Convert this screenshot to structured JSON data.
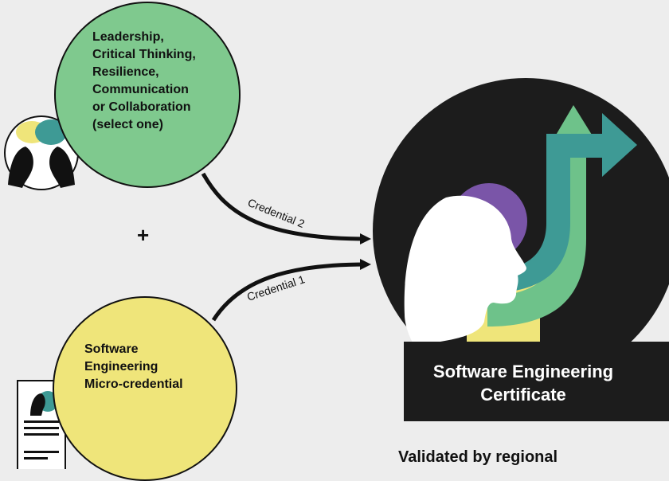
{
  "skills_circle": {
    "text": "Leadership,\nCritical Thinking,\nResilience,\nCommunication\nor Collaboration\n(select one)",
    "color": "#7fc98e"
  },
  "micro_circle": {
    "text": "Software\nEngineering\nMicro-credential",
    "color": "#efe57a"
  },
  "plus_sign": "+",
  "connectors": {
    "credential_2": "Credential 2",
    "credential_1": "Credential 1"
  },
  "certificate": {
    "title": "Software Engineering\nCertificate",
    "banner_color": "#1c1c1c"
  },
  "footer_text": "Validated by regional",
  "palette": {
    "background": "#ededed",
    "dark": "#1c1c1c",
    "green": "#6ec28a",
    "teal": "#3e9a95",
    "purple": "#7a55a8",
    "yellow": "#efe57a",
    "white": "#ffffff"
  }
}
